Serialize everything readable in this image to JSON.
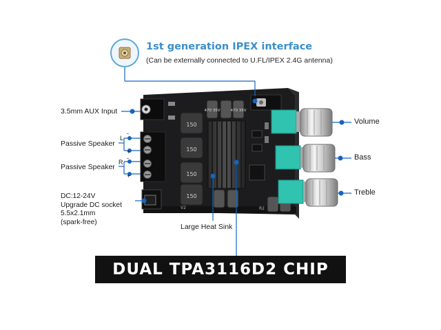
{
  "ipex": {
    "title": "1st generation IPEX interface",
    "subtitle": "(Can be externally connected to U.FL/IPEX 2.4G antenna)"
  },
  "left_labels": {
    "aux": "3.5mm AUX Input",
    "speaker1": "Passive Speaker",
    "speaker2": "Passive Speaker",
    "l_mark": "L",
    "r_mark": "R",
    "minus1": "-",
    "plus1": "+",
    "minus2": "-",
    "plus2": "+",
    "dc_line1": "DC:12-24V",
    "dc_line2": "Upgrade DC socket",
    "dc_line3": "5.5x2.1mm",
    "dc_line4": "(spark-free)"
  },
  "right_labels": {
    "volume": "Volume",
    "bass": "Bass",
    "treble": "Treble"
  },
  "heat_sink_label": "Large Heat Sink",
  "banner": "DUAL TPA3116D2 CHIP",
  "board": {
    "inductor_label": "150",
    "cap_label_a": "470 35V",
    "cap_label_b": "470 35V",
    "silk_v2": "V2",
    "silk_r2": "R2"
  },
  "colors": {
    "accent_blue": "#3b8fcb",
    "board_black": "#1c1c1e",
    "pot_teal": "#2fc3b0",
    "dot_blue": "#1565c0",
    "banner_black": "#111111"
  }
}
